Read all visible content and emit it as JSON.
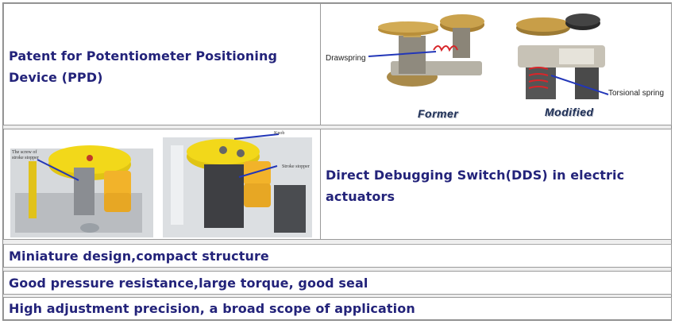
{
  "rows": {
    "ppd": {
      "text": "Patent for Potentiometer Positioning Device (PPD)"
    },
    "dds": {
      "text": "Direct Debugging Switch(DDS) in electric actuators"
    },
    "feature1": {
      "text": "Miniature design,compact structure"
    },
    "feature2": {
      "text": "Good pressure resistance,large torque, good seal"
    },
    "feature3": {
      "text": "High adjustment precision, a broad scope of application"
    }
  },
  "images": {
    "ppd_photo": {
      "drawspring_label": "Drawspring",
      "torsional_label": "Torsional spring",
      "former_caption": "Former",
      "modified_caption": "Modified"
    },
    "dds_photo": {
      "screw_label": "The screw of stroke stopper",
      "knob_label": "Knob",
      "stopper_label": "Stroke stopper"
    }
  },
  "colors": {
    "text": "#23237a",
    "border": "#9a9a9a",
    "gear_brass": "#b98f3a",
    "dial_yellow": "#f2d81a",
    "spring_red": "#d8262a",
    "arrow_blue": "#2236b8"
  }
}
